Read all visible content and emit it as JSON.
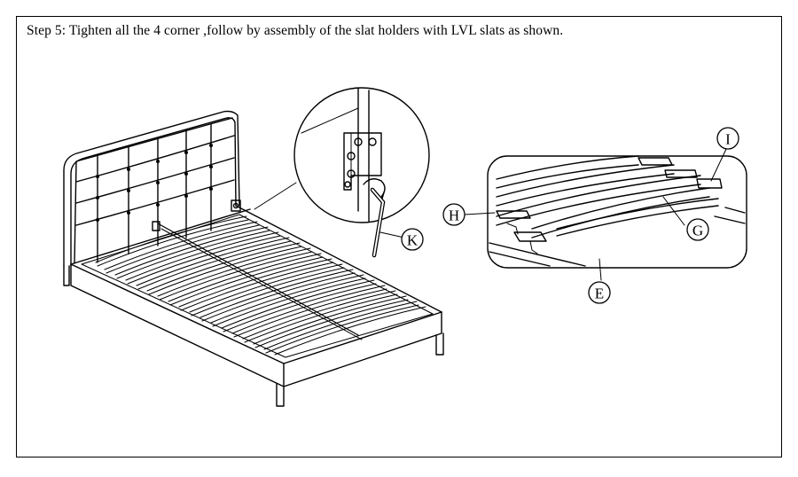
{
  "instruction": "Step 5: Tighten all the 4 corner ,follow by assembly of the slat holders with LVL slats as shown.",
  "callouts": {
    "k": "K",
    "h": "H",
    "i": "I",
    "g": "G",
    "e": "E"
  }
}
